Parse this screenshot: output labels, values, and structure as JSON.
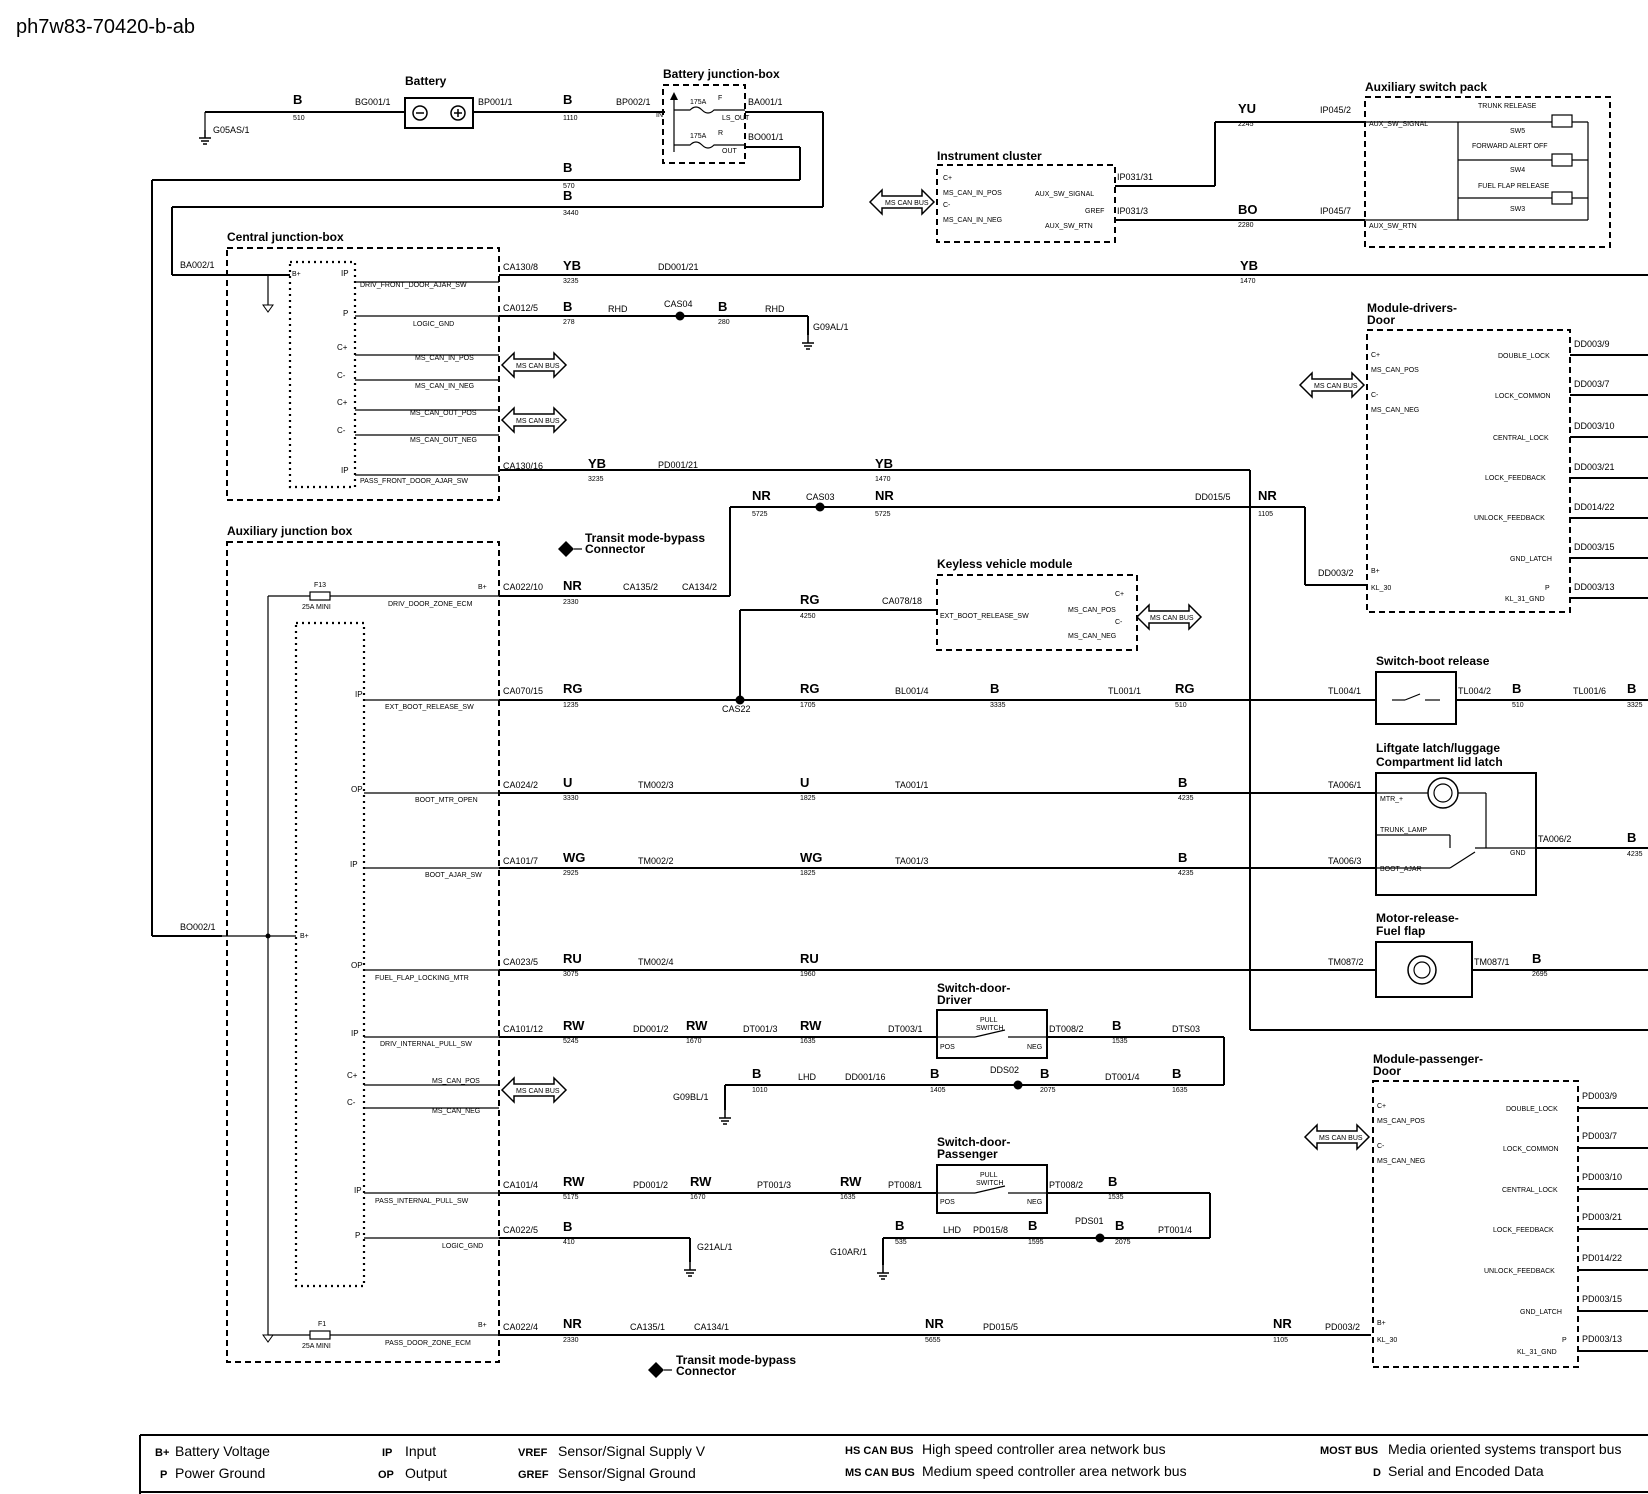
{
  "diagram_id": "ph7w83-70420-b-ab",
  "components": {
    "battery": "Battery",
    "battery_jb": "Battery junction-box",
    "central_jb": "Central junction-box",
    "aux_jb": "Auxiliary junction box",
    "instrument_cluster": "Instrument cluster",
    "aux_switch_pack": "Auxiliary switch pack",
    "module_drivers_door_1": "Module-drivers-",
    "module_drivers_door_2": "Door",
    "keyless_module": "Keyless vehicle module",
    "switch_boot_release": "Switch-boot release",
    "liftgate_latch_1": "Liftgate latch/luggage",
    "liftgate_latch_2": "Compartment lid latch",
    "motor_fuel_flap_1": "Motor-release-",
    "motor_fuel_flap_2": "Fuel flap",
    "switch_door_driver_1": "Switch-door-",
    "switch_door_driver_2": "Driver",
    "switch_door_pass_1": "Switch-door-",
    "switch_door_pass_2": "Passenger",
    "module_pass_door_1": "Module-passenger-",
    "module_pass_door_2": "Door",
    "transit_1a": "Transit mode-bypass",
    "transit_1b": "Connector",
    "transit_2a": "Transit mode-bypass",
    "transit_2b": "Connector"
  },
  "battery_jb": {
    "fuse1": "175A",
    "fuse1_tag": "F",
    "out1": "LS_OUT",
    "fuse2": "175A",
    "fuse2_tag": "R",
    "out2": "OUT",
    "in": "IN"
  },
  "aux_switches": {
    "trunk": "TRUNK RELEASE",
    "sw5": "SW5",
    "alert": "FORWARD ALERT OFF",
    "sw4": "SW4",
    "fuel": "FUEL FLAP RELEASE",
    "sw3": "SW3",
    "signal": "AUX_SW_SIGNAL",
    "rtn": "AUX_SW_RTN"
  },
  "cluster": {
    "cplus": "C+",
    "cminus": "C-",
    "can_pos": "MS_CAN_IN_POS",
    "can_neg": "MS_CAN_IN_NEG",
    "aux_sig": "AUX_SW_SIGNAL",
    "gref": "GREF",
    "aux_rtn": "AUX_SW_RTN"
  },
  "central_pins": {
    "bplus": "B+",
    "ip1": "IP",
    "drv_ajar": "DRIV_FRONT_DOOR_AJAR_SW",
    "p": "P",
    "logic_gnd": "LOGIC_GND",
    "c1p": "C+",
    "can_in_pos": "MS_CAN_IN_POS",
    "c1m": "C-",
    "can_in_neg": "MS_CAN_IN_NEG",
    "c2p": "C+",
    "can_out_pos": "MS_CAN_OUT_POS",
    "c2m": "C-",
    "can_out_neg": "MS_CAN_OUT_NEG",
    "ip2": "IP",
    "pass_ajar": "PASS_FRONT_DOOR_AJAR_SW"
  },
  "aux_pins": {
    "bplus1": "B+",
    "drv_zone": "DRIV_DOOR_ZONE_ECM",
    "ip1": "IP",
    "ext_boot": "EXT_BOOT_RELEASE_SW",
    "op1": "OP",
    "boot_mtr": "BOOT_MTR_OPEN",
    "ip2": "IP",
    "boot_ajar": "BOOT_AJAR_SW",
    "bplus_mid": "B+",
    "op2": "OP",
    "fuel_mtr": "FUEL_FLAP_LOCKING_MTR",
    "ip3": "IP",
    "drv_pull": "DRIV_INTERNAL_PULL_SW",
    "cp": "C+",
    "can_pos": "MS_CAN_POS",
    "cm": "C-",
    "can_neg": "MS_CAN_NEG",
    "ip4": "IP",
    "pass_pull": "PASS_INTERNAL_PULL_SW",
    "p": "P",
    "logic_gnd": "LOGIC_GND",
    "bplus2": "B+",
    "pass_zone": "PASS_DOOR_ZONE_ECM",
    "f13": "F13",
    "f13_rating": "25A MINI",
    "f1": "F1",
    "f1_rating": "25A MINI"
  },
  "drivers_door_pins": {
    "cp": "C+",
    "can_pos": "MS_CAN_POS",
    "cm": "C-",
    "can_neg": "MS_CAN_NEG",
    "bplus": "B+",
    "kl30": "KL_30",
    "double_lock": "DOUBLE_LOCK",
    "lock_common": "LOCK_COMMON",
    "central_lock": "CENTRAL_LOCK",
    "lock_fb": "LOCK_FEEDBACK",
    "unlock_fb": "UNLOCK_FEEDBACK",
    "gnd_latch": "GND_LATCH",
    "p": "P",
    "kl31": "KL_31_GND",
    "dd1": "DD003/9",
    "dd2": "DD003/7",
    "dd3": "DD003/10",
    "dd4": "DD003/21",
    "dd5": "DD014/22",
    "dd6": "DD003/15",
    "dd7": "DD003/13"
  },
  "pass_door_pins": {
    "cp": "C+",
    "can_pos": "MS_CAN_POS",
    "cm": "C-",
    "can_neg": "MS_CAN_NEG",
    "bplus": "B+",
    "kl30": "KL_30",
    "double_lock": "DOUBLE_LOCK",
    "lock_common": "LOCK_COMMON",
    "central_lock": "CENTRAL_LOCK",
    "lock_fb": "LOCK_FEEDBACK",
    "unlock_fb": "UNLOCK_FEEDBACK",
    "gnd_latch": "GND_LATCH",
    "p": "P",
    "kl31": "KL_31_GND",
    "pd1": "PD003/9",
    "pd2": "PD003/7",
    "pd3": "PD003/10",
    "pd4": "PD003/21",
    "pd5": "PD014/22",
    "pd6": "PD003/15",
    "pd7": "PD003/13"
  },
  "keyless_pins": {
    "ext_boot": "EXT_BOOT_RELEASE_SW",
    "cp": "C+",
    "can_pos": "MS_CAN_POS",
    "cm": "C-",
    "can_neg": "MS_CAN_NEG"
  },
  "latch_pins": {
    "mtr": "MTR_+",
    "lamp": "TRUNK_LAMP",
    "ajar": "BOOT_AJAR",
    "gnd": "GND"
  },
  "pull_switch": {
    "label1": "PULL",
    "label2": "SWITCH",
    "pos": "POS",
    "neg": "NEG",
    "label1b": "PULL",
    "label2b": "SWITCH",
    "posb": "POS",
    "negb": "NEG"
  },
  "can_bus_label": "MS CAN BUS",
  "connectors": {
    "g05as": "G05AS/1",
    "bg001": "BG001/1",
    "bp001": "BP001/1",
    "bp002": "BP002/1",
    "ba001": "BA001/1",
    "bo001": "BO001/1",
    "ba002": "BA002/1",
    "bo002": "BO002/1",
    "ca130_8": "CA130/8",
    "dd001_21": "DD001/21",
    "ca012_5": "CA012/5",
    "cas04": "CAS04",
    "g09al": "G09AL/1",
    "ca130_16": "CA130/16",
    "pd001_21": "PD001/21",
    "cas03": "CAS03",
    "dd015_5": "DD015/5",
    "dd003_2": "DD003/2",
    "ca022_10": "CA022/10",
    "ca135_2": "CA135/2",
    "ca134_2": "CA134/2",
    "ca078_18": "CA078/18",
    "ca070_15": "CA070/15",
    "cas22": "CAS22",
    "bl001_4": "BL001/4",
    "tl001_1": "TL001/1",
    "tl004_1": "TL004/1",
    "tl004_2": "TL004/2",
    "tl001_6": "TL001/6",
    "ca024_2": "CA024/2",
    "tm002_3": "TM002/3",
    "ta001_1": "TA001/1",
    "ta006_1": "TA006/1",
    "ca101_7": "CA101/7",
    "tm002_2": "TM002/2",
    "ta001_3": "TA001/3",
    "ta006_3": "TA006/3",
    "ta006_2": "TA006/2",
    "ca023_5": "CA023/5",
    "tm002_4": "TM002/4",
    "tm087_2": "TM087/2",
    "tm087_1": "TM087/1",
    "ca101_12": "CA101/12",
    "dd001_2": "DD001/2",
    "dt001_3": "DT001/3",
    "dt003_1": "DT003/1",
    "dt008_2": "DT008/2",
    "dts03": "DTS03",
    "g09bl": "G09BL/1",
    "dd001_16": "DD001/16",
    "dds02": "DDS02",
    "dt001_4": "DT001/4",
    "ca101_4": "CA101/4",
    "pd001_2": "PD001/2",
    "pt001_3": "PT001/3",
    "pt008_1": "PT008/1",
    "pt008_2": "PT008/2",
    "ca022_5": "CA022/5",
    "g21al": "G21AL/1",
    "g10ar": "G10AR/1",
    "pd015_8": "PD015/8",
    "pds01": "PDS01",
    "pt001_4": "PT001/4",
    "ca022_4": "CA022/4",
    "ca135_1": "CA135/1",
    "ca134_1": "CA134/1",
    "pd015_5": "PD015/5",
    "pd003_2": "PD003/2",
    "ip045_2": "IP045/2",
    "ip031_31": "IP031/31",
    "ip031_3": "IP031/3",
    "ip045_7": "IP045/7"
  },
  "wires": {
    "w1": {
      "c": "B",
      "n": "510"
    },
    "w2": {
      "c": "B",
      "n": "1110"
    },
    "w3": {
      "c": "B",
      "n": "570"
    },
    "w4": {
      "c": "B",
      "n": "3440"
    },
    "w5": {
      "c": "YB",
      "n": "3235"
    },
    "w6": {
      "c": "YB",
      "n": "1470"
    },
    "w7": {
      "c": "B",
      "n": "278"
    },
    "w7r": "RHD",
    "w8": {
      "c": "B",
      "n": "280"
    },
    "w8r": "RHD",
    "w9": {
      "c": "YB",
      "n": "3235"
    },
    "w10": {
      "c": "YB",
      "n": "1470"
    },
    "w11": {
      "c": "NR",
      "n": "5725"
    },
    "w12": {
      "c": "NR",
      "n": "5725"
    },
    "w13": {
      "c": "NR",
      "n": "1105"
    },
    "w14": {
      "c": "NR",
      "n": "2330"
    },
    "w15": {
      "c": "RG",
      "n": "4250"
    },
    "w16": {
      "c": "RG",
      "n": "1235"
    },
    "w17": {
      "c": "RG",
      "n": "1705"
    },
    "w18": {
      "c": "B",
      "n": "3335"
    },
    "w19": {
      "c": "RG",
      "n": "510"
    },
    "w20": {
      "c": "B",
      "n": "510"
    },
    "w21": {
      "c": "B",
      "n": "3325"
    },
    "w22": {
      "c": "U",
      "n": "3330"
    },
    "w23": {
      "c": "U",
      "n": "1825"
    },
    "w24": {
      "c": "B",
      "n": "4235"
    },
    "w25": {
      "c": "B",
      "n": "4235"
    },
    "w26": {
      "c": "WG",
      "n": "2925"
    },
    "w27": {
      "c": "WG",
      "n": "1825"
    },
    "w28": {
      "c": "B",
      "n": "4235"
    },
    "w29": {
      "c": "RU",
      "n": "3075"
    },
    "w30": {
      "c": "RU",
      "n": "1960"
    },
    "w31": {
      "c": "B",
      "n": "2695"
    },
    "w32": {
      "c": "RW",
      "n": "5245"
    },
    "w33": {
      "c": "RW",
      "n": "1670"
    },
    "w34": {
      "c": "RW",
      "n": "1635"
    },
    "w35": {
      "c": "B",
      "n": "1535"
    },
    "w36": {
      "c": "B",
      "n": "1010"
    },
    "w36l": "LHD",
    "w37": {
      "c": "B",
      "n": "1405"
    },
    "w38": {
      "c": "B",
      "n": "2075"
    },
    "w39": {
      "c": "B",
      "n": "1635"
    },
    "w40": {
      "c": "RW",
      "n": "5175"
    },
    "w41": {
      "c": "RW",
      "n": "1670"
    },
    "w42": {
      "c": "RW",
      "n": "1635"
    },
    "w43": {
      "c": "B",
      "n": "1535"
    },
    "w44": {
      "c": "B",
      "n": "410"
    },
    "w45": {
      "c": "B",
      "n": "535"
    },
    "w45l": "LHD",
    "w46": {
      "c": "B",
      "n": "1595"
    },
    "w47": {
      "c": "B",
      "n": "2075"
    },
    "w48": {
      "c": "NR",
      "n": "2330"
    },
    "w49": {
      "c": "NR",
      "n": "5655"
    },
    "w50": {
      "c": "NR",
      "n": "1105"
    },
    "w51": {
      "c": "YU",
      "n": "2245"
    },
    "w52": {
      "c": "BO",
      "n": "2280"
    }
  },
  "legend": {
    "bplus_code": "B+",
    "bplus": "Battery Voltage",
    "p_code": "P",
    "p": "Power Ground",
    "ip_code": "IP",
    "ip": "Input",
    "op_code": "OP",
    "op": "Output",
    "vref_code": "VREF",
    "vref": "Sensor/Signal Supply V",
    "gref_code": "GREF",
    "gref": "Sensor/Signal Ground",
    "hs_code": "HS CAN BUS",
    "hs": "High speed controller area network bus",
    "ms_code": "MS CAN BUS",
    "ms": "Medium speed controller area network bus",
    "most_code": "MOST BUS",
    "most": "Media oriented systems transport bus",
    "d_code": "D",
    "d": "Serial and Encoded Data"
  }
}
